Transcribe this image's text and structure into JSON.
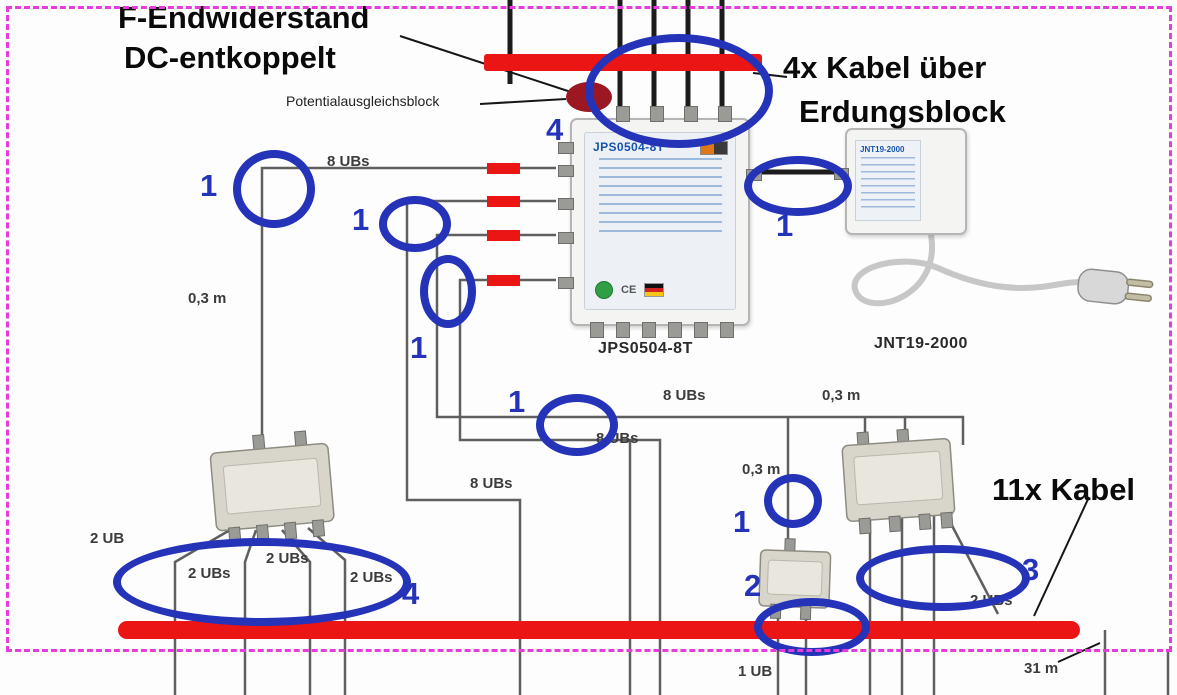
{
  "colors": {
    "marker_blue": "#2433b8",
    "bar_red": "#ec1515",
    "border_magenta": "#e53ddb",
    "dark_red": "#9b1823",
    "wire_gray": "#5f5f5f"
  },
  "annotations": {
    "terminator_line1": "F-Endwiderstand",
    "terminator_line2": "DC-entkoppelt",
    "potential_block": "Potentialausgleichsblock",
    "grounding_line1": "4x Kabel über",
    "grounding_line2": "Erdungsblock",
    "cable_count": "11x Kabel"
  },
  "devices": {
    "multiswitch": "JPS0504-8T",
    "power_supply": "JNT19-2000",
    "ce_mark": "CE"
  },
  "cable_labels": [
    "8 UBs",
    "0,3 m",
    "8 UBs",
    "0,3 m",
    "8 UBs",
    "8 UBs",
    "0,3 m",
    "2 UB",
    "2 UBs",
    "2 UBs",
    "2 UBs",
    "2 UBs",
    "1 UB",
    "31 m"
  ],
  "counts": [
    "1",
    "4",
    "1",
    "1",
    "1",
    "1",
    "1",
    "2",
    "3",
    "4"
  ]
}
